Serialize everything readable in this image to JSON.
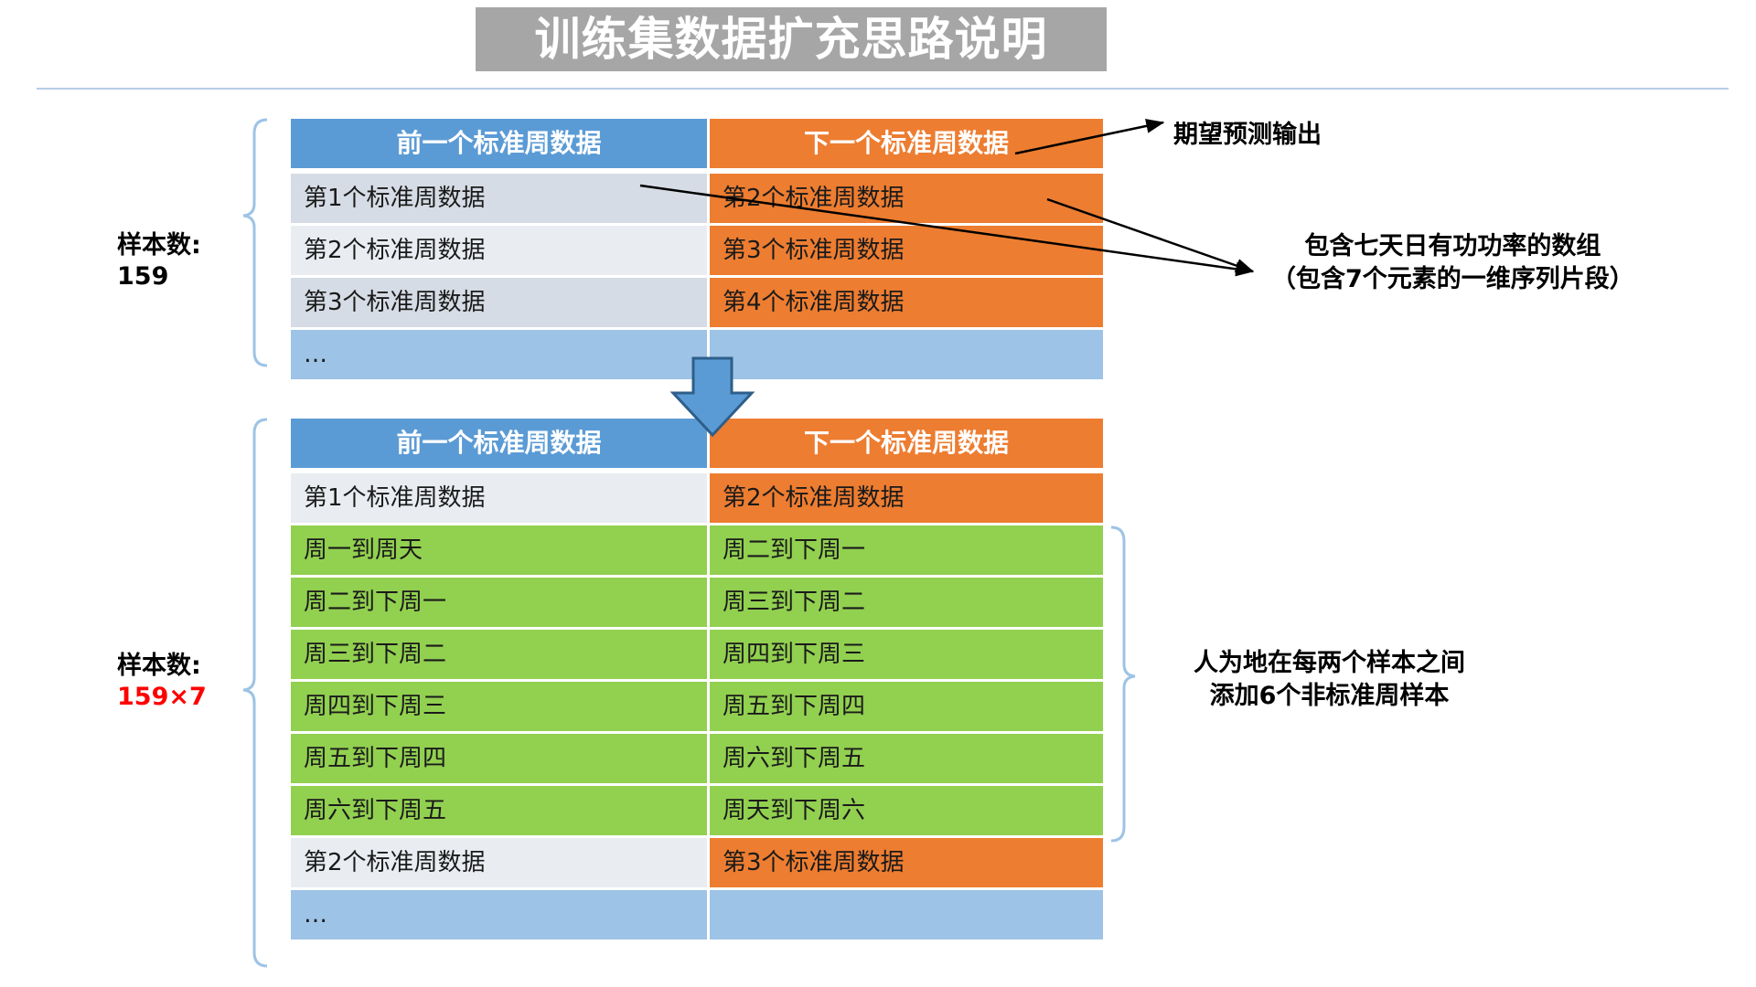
{
  "title": "训练集数据扩充思路说明",
  "columns": {
    "left_header": "前一个标准周数据",
    "right_header": "下一个标准周数据"
  },
  "table1": {
    "rows": [
      {
        "left": "第1个标准周数据",
        "right": "第2个标准周数据",
        "left_style": "bg-lightblue",
        "right_style": "bg-orange"
      },
      {
        "left": "第2个标准周数据",
        "right": "第3个标准周数据",
        "left_style": "bg-palegray",
        "right_style": "bg-orange"
      },
      {
        "left": "第3个标准周数据",
        "right": "第4个标准周数据",
        "left_style": "bg-lightblue",
        "right_style": "bg-orange"
      },
      {
        "left": "…",
        "right": "",
        "left_style": "bg-blue",
        "right_style": "bg-blue"
      }
    ],
    "sample_label": "样本数:",
    "sample_count": "159"
  },
  "table2": {
    "rows": [
      {
        "left": "第1个标准周数据",
        "right": "第2个标准周数据",
        "left_style": "bg-palegray",
        "right_style": "bg-orange"
      },
      {
        "left": "周一到周天",
        "right": "周二到下周一",
        "left_style": "bg-green",
        "right_style": "bg-green"
      },
      {
        "left": "周二到下周一",
        "right": "周三到下周二",
        "left_style": "bg-green",
        "right_style": "bg-green"
      },
      {
        "left": "周三到下周二",
        "right": "周四到下周三",
        "left_style": "bg-green",
        "right_style": "bg-green"
      },
      {
        "left": "周四到下周三",
        "right": "周五到下周四",
        "left_style": "bg-green",
        "right_style": "bg-green"
      },
      {
        "left": "周五到下周四",
        "right": "周六到下周五",
        "left_style": "bg-green",
        "right_style": "bg-green"
      },
      {
        "left": "周六到下周五",
        "right": "周天到下周六",
        "left_style": "bg-green",
        "right_style": "bg-green"
      },
      {
        "left": "第2个标准周数据",
        "right": "第3个标准周数据",
        "left_style": "bg-palegray",
        "right_style": "bg-orange"
      },
      {
        "left": "…",
        "right": "",
        "left_style": "bg-blue",
        "right_style": "bg-blue"
      }
    ],
    "sample_label": "样本数:",
    "sample_count": "159×7"
  },
  "annotations": {
    "expected_output": "期望预测输出",
    "array_desc_line1": "包含七天日有功功率的数组",
    "array_desc_line2": "（包含7个元素的一维序列片段）",
    "augment_line1": "人为地在每两个样本之间",
    "augment_line2": "添加6个非标准周样本"
  },
  "colors": {
    "header_blue": "#5b9bd5",
    "header_orange": "#ed7d31",
    "green": "#92d050",
    "light_blue": "#9dc3e6",
    "pale_row": "#e9edf2",
    "row_blue_gray": "#d6dce5",
    "title_band": "#a6a6a6",
    "accent_red": "#ff0000",
    "brace": "#9dc3e6"
  }
}
